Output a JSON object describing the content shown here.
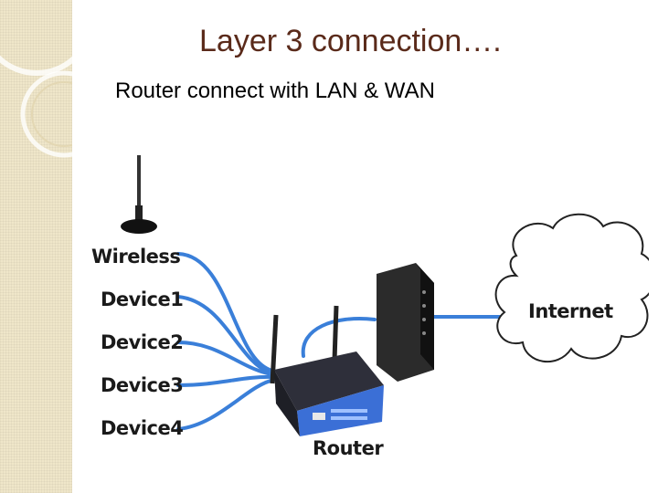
{
  "slide": {
    "title": "Layer 3 connection….",
    "subtitle": "Router connect with LAN & WAN"
  },
  "diagram": {
    "devices": [
      "Wireless",
      "Device1",
      "Device2",
      "Device3",
      "Device4"
    ],
    "router_label": "Router",
    "internet_label": "Internet",
    "cable_color": "#3a7fd9",
    "title_color": "#5a2a1a"
  }
}
